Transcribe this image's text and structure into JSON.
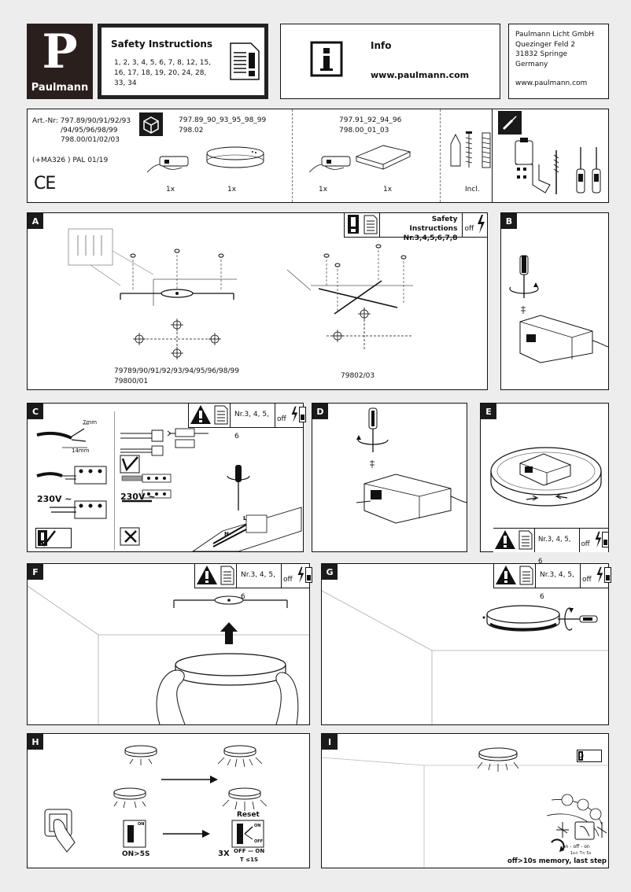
{
  "header": {
    "brand": "Paulmann",
    "logo_letter": "P",
    "safety_title": "Safety Instructions",
    "safety_numbers_line1": "1, 2, 3, 4, 5, 6, 7, 8, 12, 15,",
    "safety_numbers_line2": "16, 17, 18, 19, 20, 24, 28,",
    "safety_numbers_line3": "33, 34",
    "info_title": "Info",
    "info_url": "www.paulmann.com",
    "address": [
      "Paulmann Licht GmbH",
      "Quezinger Feld 2",
      "31832 Springe",
      "Germany",
      "",
      "www.paulmann.com"
    ]
  },
  "parts": {
    "art_nr": [
      "Art.-Nr: 797.89/90/91/92/93",
      "/94/95/96/98/99",
      "798.00/01/02/03"
    ],
    "ma_code": "(+MA326 ) PAL 01/19",
    "ce": "CE",
    "group1_codes": [
      "797.89_90_93_95_98_99",
      "798.02"
    ],
    "group2_codes": [
      "797.91_92_94_96",
      "798.00_01_03"
    ],
    "qty": "1x",
    "incl": "Incl."
  },
  "panels": {
    "A": {
      "label": "A",
      "caption1": "79789/90/91/92/93/94/95/96/98/99",
      "caption2": "79800/01",
      "caption3": "79802/03",
      "safety_title": "Safety Instructions",
      "safety_nr": "Nr.3,4,5,6,7,8",
      "off": "off"
    },
    "B": {
      "label": "B"
    },
    "C": {
      "label": "C",
      "nr": "Nr.3, 4, 5, 6",
      "off": "off",
      "mm7": "7mm",
      "mm14": "14mm",
      "v1": "230V ~",
      "v2": "230V ~",
      "L": "L",
      "N": "N"
    },
    "D": {
      "label": "D"
    },
    "E": {
      "label": "E",
      "nr": "Nr.3, 4, 5, 6",
      "off": "off"
    },
    "F": {
      "label": "F",
      "nr": "Nr.3, 4, 5, 6",
      "off": "off"
    },
    "G": {
      "label": "G",
      "nr": "Nr.3, 4, 5, 6",
      "off": "off"
    },
    "H": {
      "label": "H",
      "on_label": "ON",
      "off_label": "OFF",
      "on5": "ON>5S",
      "reset": "Reset",
      "x3": "3X",
      "offon": "OFF — ON",
      "t1": "T ≤1S"
    },
    "I": {
      "label": "I",
      "on_label": "on",
      "memory": "off>10s memory, last step",
      "off_on": "on - off - on",
      "t": "1s< T< 5s"
    }
  },
  "colors": {
    "ink": "#111111",
    "page": "#ededed",
    "panel": "#ffffff"
  }
}
